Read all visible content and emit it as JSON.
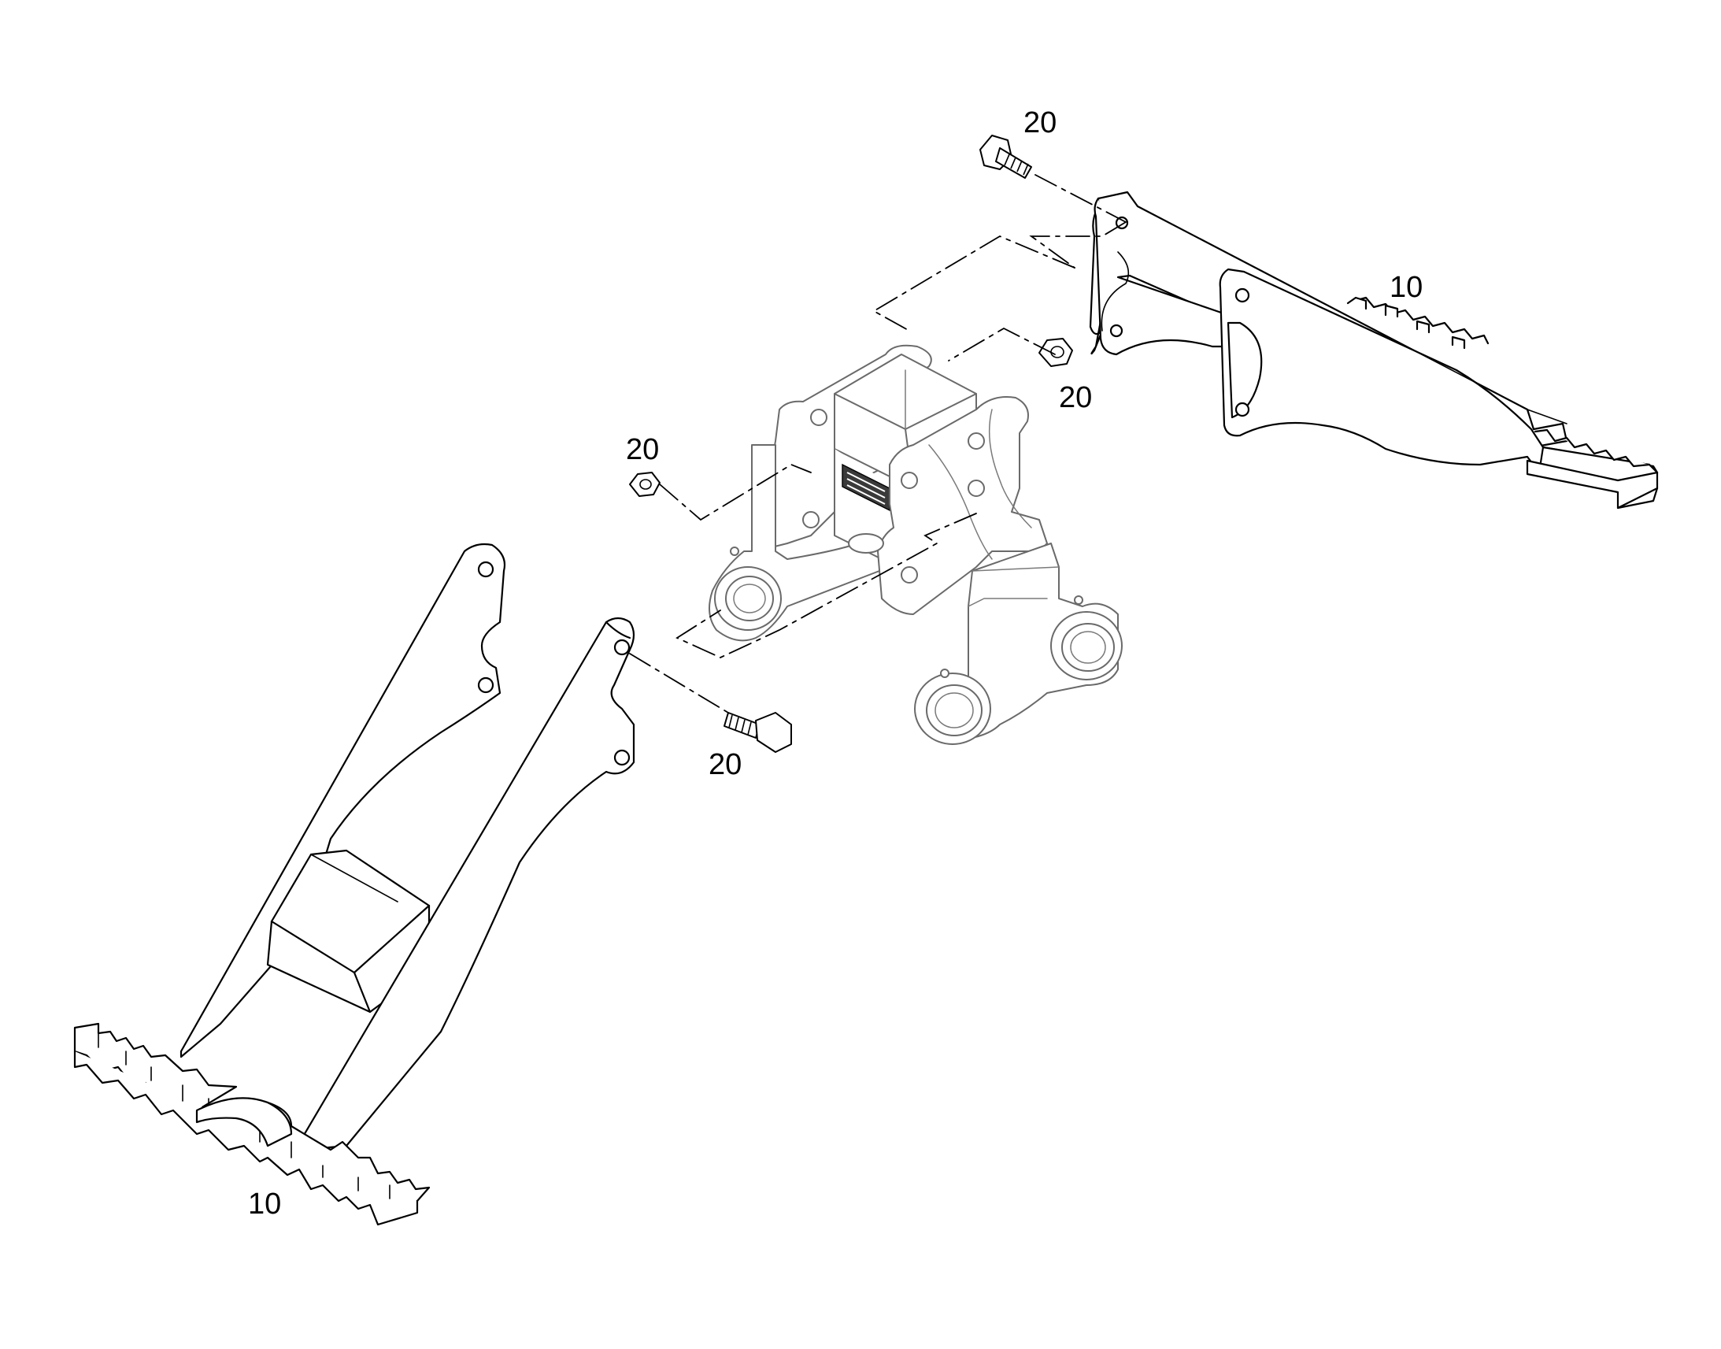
{
  "callouts": {
    "bolt_top": "20",
    "frame_right": "10",
    "nut_right": "20",
    "nut_left": "20",
    "bolt_bottom": "20",
    "frame_left": "10"
  }
}
